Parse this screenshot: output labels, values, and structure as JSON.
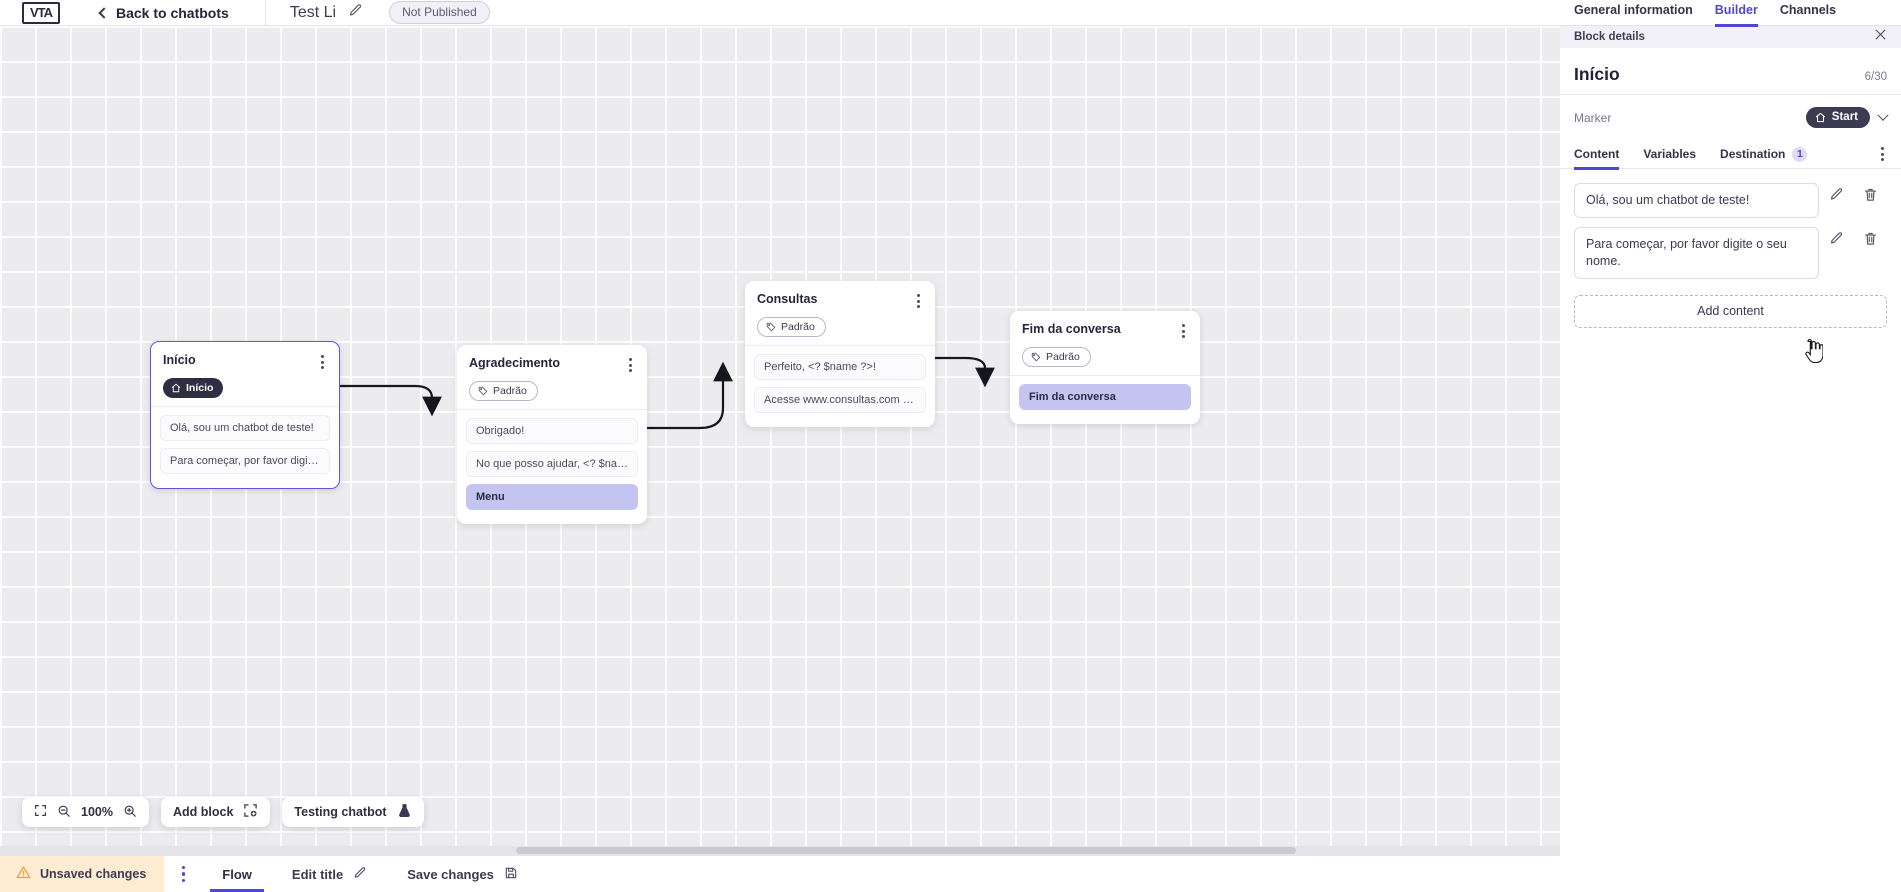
{
  "topbar": {
    "logo_text": "VTA",
    "back_label": "Back to chatbots",
    "bot_title": "Test Li",
    "publish_status": "Not Published"
  },
  "canvas": {
    "zoom_level": "100%",
    "add_block_label": "Add block",
    "testing_label": "Testing chatbot",
    "blocks": [
      {
        "id": "inicio",
        "title": "Início",
        "tag": "Início",
        "tag_type": "start",
        "selected": true,
        "items": [
          {
            "text": "Olá, sou um chatbot de teste!",
            "highlight": false
          },
          {
            "text": "Para começar, por favor digite o ...",
            "highlight": false
          }
        ]
      },
      {
        "id": "agradecimento",
        "title": "Agradecimento",
        "tag": "Padrão",
        "tag_type": "default",
        "selected": false,
        "items": [
          {
            "text": "Obrigado!",
            "highlight": false
          },
          {
            "text": "No que posso ajudar, <? $name ...",
            "highlight": false
          },
          {
            "text": "Menu",
            "highlight": true
          }
        ]
      },
      {
        "id": "consultas",
        "title": "Consultas",
        "tag": "Padrão",
        "tag_type": "default",
        "selected": false,
        "items": [
          {
            "text": "Perfeito, <? $name ?>!",
            "highlight": false
          },
          {
            "text": "Acesse www.consultas.com par...",
            "highlight": false
          }
        ]
      },
      {
        "id": "fim",
        "title": "Fim da conversa",
        "tag": "Padrão",
        "tag_type": "default",
        "selected": false,
        "items": [
          {
            "text": "Fim da conversa",
            "highlight": true
          }
        ]
      }
    ]
  },
  "right_panel": {
    "nav_tabs": [
      {
        "label": "General information",
        "active": false
      },
      {
        "label": "Builder",
        "active": true
      },
      {
        "label": "Channels",
        "active": false
      }
    ],
    "strip_label": "Block details",
    "block_name": "Início",
    "char_counter": "6/30",
    "marker_label": "Marker",
    "marker_value": "Start",
    "inner_tabs": [
      {
        "label": "Content",
        "active": true,
        "badge": null
      },
      {
        "label": "Variables",
        "active": false,
        "badge": null
      },
      {
        "label": "Destination",
        "active": false,
        "badge": "1"
      }
    ],
    "content_items": [
      {
        "text": "Olá, sou um chatbot de teste!"
      },
      {
        "text": "Para começar, por favor digite o seu nome."
      }
    ],
    "add_content_label": "Add content"
  },
  "statusbar": {
    "unsaved_label": "Unsaved changes",
    "flow_label": "Flow",
    "edit_title_label": "Edit title",
    "save_label": "Save changes"
  },
  "colors": {
    "accent": "#4f46d6",
    "highlight": "#c3c4f0",
    "warning_bg": "#fdecd2",
    "dark_pill": "#3b3b52"
  }
}
